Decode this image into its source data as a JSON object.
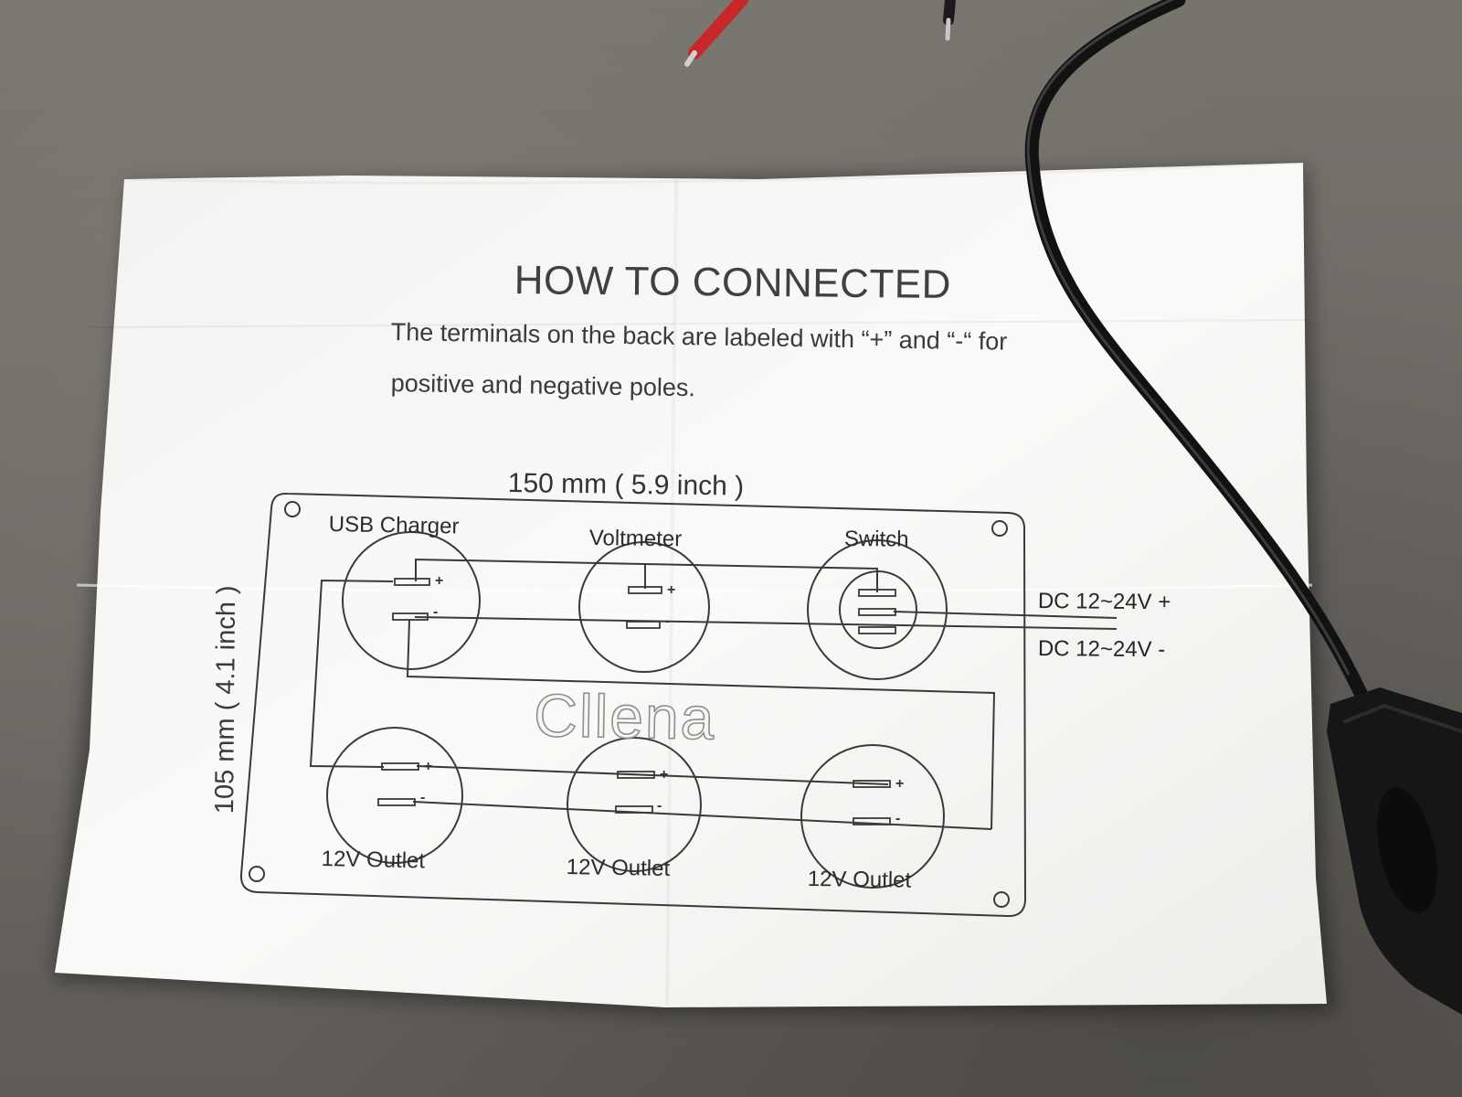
{
  "sheet": {
    "title": "HOW TO CONNECTED",
    "instructions_line1": "The terminals on the back are labeled with “+” and “-“ for",
    "instructions_line2": "positive and negative poles.",
    "width_dimension": "150 mm ( 5.9 inch )",
    "height_dimension": "105 mm ( 4.1 inch )",
    "brand_watermark": "Cllena"
  },
  "panel": {
    "top_row": [
      {
        "label": "USB Charger"
      },
      {
        "label": "Voltmeter"
      },
      {
        "label": "Switch"
      }
    ],
    "bottom_row": [
      {
        "label": "12V Outlet"
      },
      {
        "label": "12V Outlet"
      },
      {
        "label": "12V Outlet"
      }
    ],
    "terminal_plus": "+",
    "terminal_minus": "-"
  },
  "power_input": {
    "positive_label": "DC 12~24V +",
    "negative_label": "DC 12~24V -"
  },
  "colors": {
    "background": "#6f6c67",
    "paper": "#f4f4f2",
    "ink": "#3a3a3a",
    "cable": "#111111",
    "wire_red": "#c8272a"
  }
}
